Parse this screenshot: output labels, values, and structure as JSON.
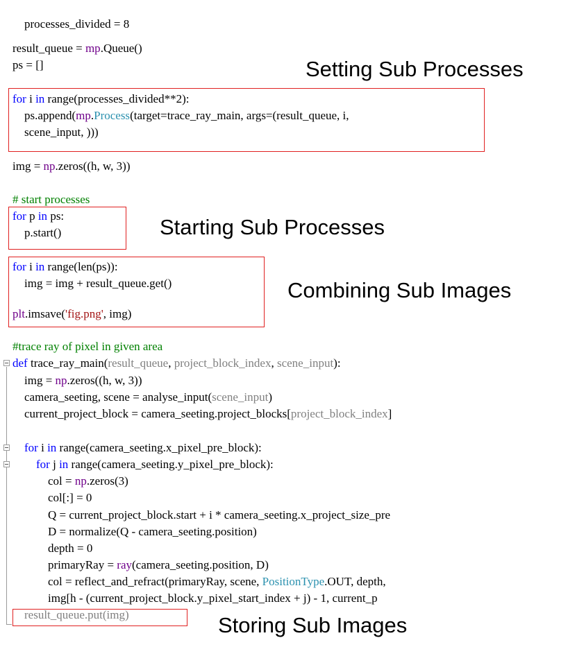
{
  "code": {
    "processes_divided": "processes_divided = 8",
    "result_queue_lhs": "result_queue = ",
    "mp1": "mp",
    "queue_call": ".Queue()",
    "ps_init": "ps = []",
    "for1_kw": "for",
    "for1_mid": " i ",
    "in1_kw": "in",
    "for1_rest": " range(processes_divided**2):",
    "append_pre": "    ps.append(",
    "mp2": "mp",
    "dot1": ".",
    "process_cls": "Process",
    "append_post": "(target=trace_ray_main, args=(result_queue, i,",
    "append_cont": "    scene_input, )))",
    "img_lhs": "img = ",
    "np1": "np",
    "zeros1": ".zeros((h, w, 3))",
    "comment_start": "# start processes",
    "for2_kw": "for",
    "for2_mid": " p ",
    "in2_kw": "in",
    "for2_rest": " ps:",
    "p_start": "    p.start()",
    "for3_kw": "for",
    "for3_mid": " i ",
    "in3_kw": "in",
    "for3_rest": " range(len(ps)):",
    "img_get": "    img = img + result_queue.get()",
    "plt": "plt",
    "imsave": ".imsave(",
    "fig_str": "'fig.png'",
    "imsave_end": ", img)",
    "comment_trace": "#trace ray of pixel in given area",
    "def_kw": "def",
    "def_name": " trace_ray_main(",
    "def_p1": "result_queue",
    "def_sep1": ", ",
    "def_p2": "project_block_index",
    "def_sep2": ", ",
    "def_p3": "scene_input",
    "def_end": "):",
    "img_lhs2": "    img = ",
    "np2": "np",
    "zeros2": ".zeros((h, w, 3))",
    "analyse_pre": "    camera_seeting, scene = analyse_input(",
    "analyse_arg": "scene_input",
    "analyse_post": ")",
    "cpb_pre": "    current_project_block = camera_seeting.project_blocks[",
    "cpb_arg": "project_block_index",
    "cpb_post": "]",
    "for4_indent": "    ",
    "for4_kw": "for",
    "for4_mid": " i ",
    "in4_kw": "in",
    "for4_rest": " range(camera_seeting.x_pixel_pre_block):",
    "for5_indent": "        ",
    "for5_kw": "for",
    "for5_mid": " j ",
    "in5_kw": "in",
    "for5_rest": " range(camera_seeting.y_pixel_pre_block):",
    "col_lhs": "            col = ",
    "np3": "np",
    "zeros3": ".zeros(3)",
    "col_zero": "            col[:] = 0",
    "q_line": "            Q = current_project_block.start + i * camera_seeting.x_project_size_pre",
    "d_line": "            D = normalize(Q - camera_seeting.position)",
    "depth_line": "            depth = 0",
    "ray_lhs": "            primaryRay = ",
    "ray_fn": "ray",
    "ray_args": "(camera_seeting.position, D)",
    "col2_pre": "            col = reflect_and_refract(primaryRay, scene, ",
    "postype": "PositionType",
    "col2_post": ".OUT, depth, ",
    "img_assign": "            img[h - (current_project_block.y_pixel_start_index + j) - 1, current_p",
    "put_line": "    result_queue.put(img)"
  },
  "annotations": {
    "setting": "Setting Sub Processes",
    "starting": "Starting Sub Processes",
    "combining": "Combining Sub Images",
    "storing": "Storing  Sub Images"
  },
  "colors": {
    "keyword": "#0000ff",
    "function": "#6f008a",
    "class": "#2b91af",
    "string": "#a31515",
    "comment": "#008000",
    "highlight_box": "#e02020"
  }
}
